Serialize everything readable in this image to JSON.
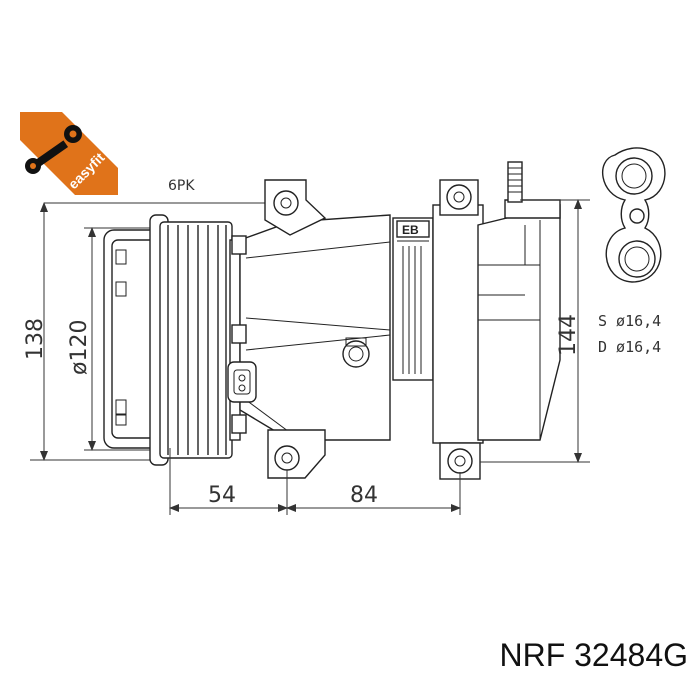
{
  "logo": {
    "text": "easyfit",
    "color": "#e0731a",
    "icon": "wrench-icon"
  },
  "belt": {
    "label": "6PK"
  },
  "dimensions": {
    "height_body": "138",
    "pulley_diameter": "ø120",
    "height_total": "144",
    "offset_front": "54",
    "offset_mount": "84"
  },
  "ports": [
    {
      "label": "S  ø16,4"
    },
    {
      "label": "D  ø16,4"
    }
  ],
  "body_label": {
    "badge": "EB"
  },
  "part": {
    "brand": "NRF",
    "number": "32484G"
  }
}
